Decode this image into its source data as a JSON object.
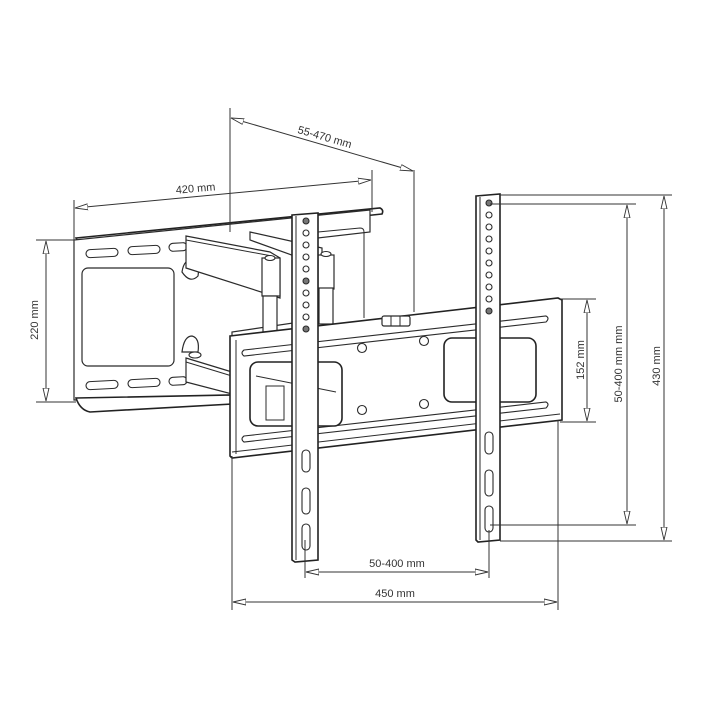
{
  "diagram": {
    "title": "",
    "subject": "Full-motion TV wall mount technical drawing",
    "dimensions": {
      "arm_extension": "55-470 mm",
      "wall_plate_width": "420 mm",
      "wall_plate_height": "220 mm",
      "tv_plate_slot_spacing": "152 mm",
      "vesa_vertical": "50-400 mm mm",
      "bracket_height": "430 mm",
      "vesa_horizontal": "50-400 mm",
      "overall_width": "450 mm"
    },
    "colors": {
      "line": "#2b2b2b",
      "text": "#333333",
      "background": "#ffffff"
    }
  }
}
